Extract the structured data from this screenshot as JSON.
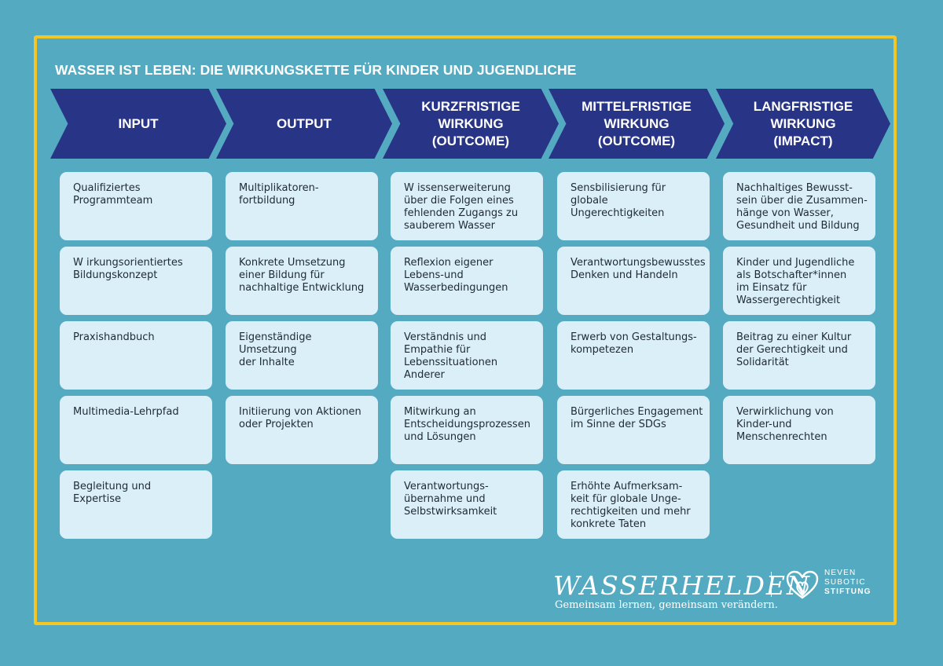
{
  "title": "WASSER  IST LEBEN: DIE WIRKUNGSKETTE FÜR KINDER UND JUGENDLICHE",
  "columns": [
    {
      "header": [
        "INPUT"
      ],
      "items": [
        [
          "Qualifiziertes",
          "Programmteam"
        ],
        [
          "W irkungsorientiertes",
          "Bildungskonzept"
        ],
        [
          "Praxishandbuch"
        ],
        [
          "Multimedia-Lehrpfad"
        ],
        [
          "Begleitung und",
          "Expertise"
        ]
      ]
    },
    {
      "header": [
        "OUTPUT"
      ],
      "items": [
        [
          "Multiplikatoren-",
          "fortbildung"
        ],
        [
          "Konkrete Umsetzung",
          "einer Bildung für",
          "nachhaltige Entwicklung"
        ],
        [
          "Eigenständige",
          "Umsetzung",
          "der Inhalte"
        ],
        [
          "Initiierung von Aktionen",
          "oder Projekten"
        ]
      ]
    },
    {
      "header": [
        "KURZFRISTIGE",
        "WIRKUNG",
        "(OUTCOME)"
      ],
      "items": [
        [
          "W issenserweiterung",
          "über die Folgen eines",
          "fehlenden Zugangs zu",
          "sauberem Wasser"
        ],
        [
          "Reflexion eigener",
          "Lebens-und",
          "Wasserbedingungen"
        ],
        [
          "Verständnis und",
          "Empathie für",
          "Lebenssituationen",
          "Anderer"
        ],
        [
          "Mitwirkung an",
          "Entscheidungsprozessen",
          "und Lösungen"
        ],
        [
          "Verantwortungs-",
          "übernahme und",
          "Selbstwirksamkeit"
        ]
      ]
    },
    {
      "header": [
        "MITTELFRISTIGE",
        "WIRKUNG",
        "(OUTCOME)"
      ],
      "items": [
        [
          "Sensbilisierung für",
          "globale",
          "Ungerechtigkeiten"
        ],
        [
          "Verantwortungsbewusstes",
          "Denken und Handeln"
        ],
        [
          "Erwerb  von Gestaltungs-",
          "kompetezen"
        ],
        [
          "Bürgerliches Engagement",
          "im Sinne der SDGs"
        ],
        [
          "Erhöhte Aufmerksam-",
          "keit für globale Unge-",
          "rechtigkeiten und mehr",
          "konkrete Taten"
        ]
      ]
    },
    {
      "header": [
        "LANGFRISTIGE",
        "WIRKUNG",
        "(IMPACT)"
      ],
      "items": [
        [
          "Nachhaltiges Bewusst-",
          "sein über die Zusammen-",
          "hänge von Wasser,",
          "Gesundheit und Bildung"
        ],
        [
          "Kinder und Jugendliche",
          "als Botschafter*innen",
          "im Einsatz für",
          "Wassergerechtigkeit"
        ],
        [
          "Beitrag zu einer Kultur",
          "der Gerechtigkeit und",
          "Solidarität"
        ],
        [
          "Verwirklichung von",
          "Kinder-und",
          "Menschenrechten"
        ]
      ]
    }
  ],
  "logo": {
    "brand": "WASSERHELDEN",
    "tagline": "Gemeinsam lernen, gemeinsam verändern.",
    "org_lines": [
      "NEVEN",
      "SUBOTIC",
      "STIFTUNG"
    ]
  },
  "colors": {
    "background": "#54abc1",
    "frame": "#f3c626",
    "chevron": "#283587",
    "box": "#dbeff8"
  }
}
